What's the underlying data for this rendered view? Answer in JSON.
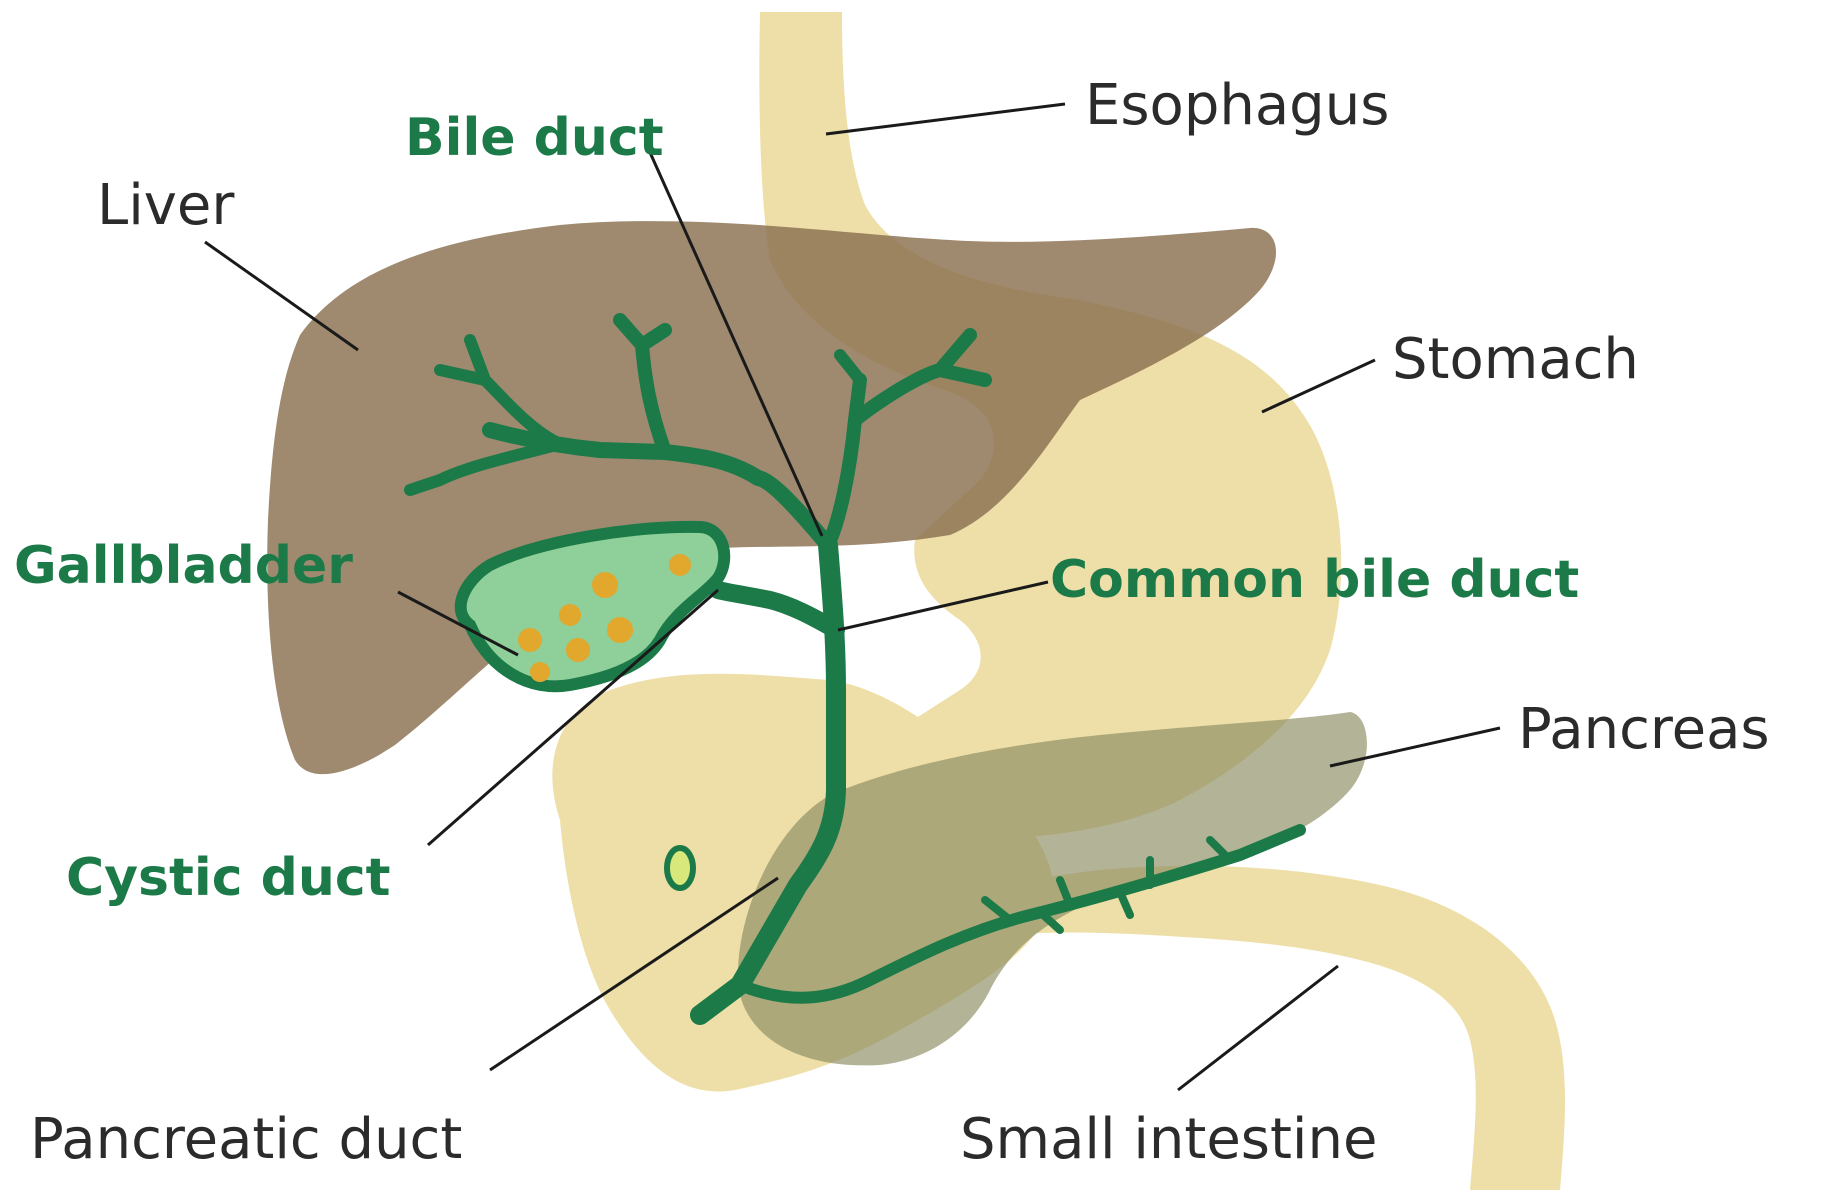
{
  "labels": {
    "esophagus": "Esophagus",
    "bile_duct": "Bile duct",
    "liver": "Liver",
    "stomach": "Stomach",
    "gallbladder": "Gallbladder",
    "common_bile_duct": "Common bile duct",
    "pancreas": "Pancreas",
    "cystic_duct": "Cystic duct",
    "pancreatic_duct": "Pancreatic duct",
    "small_intestine": "Small intestine"
  },
  "colors": {
    "intestine_tan": "#eedfa8",
    "liver_brown": "#9b8568",
    "pancreas_olive": "#a09a6c",
    "duct_green": "#1c7a48",
    "gallbladder_fill": "#8fcf9a",
    "gallstone": "#e1a82d",
    "label_green": "#1c7a48",
    "label_dark": "#2b2b2b"
  }
}
